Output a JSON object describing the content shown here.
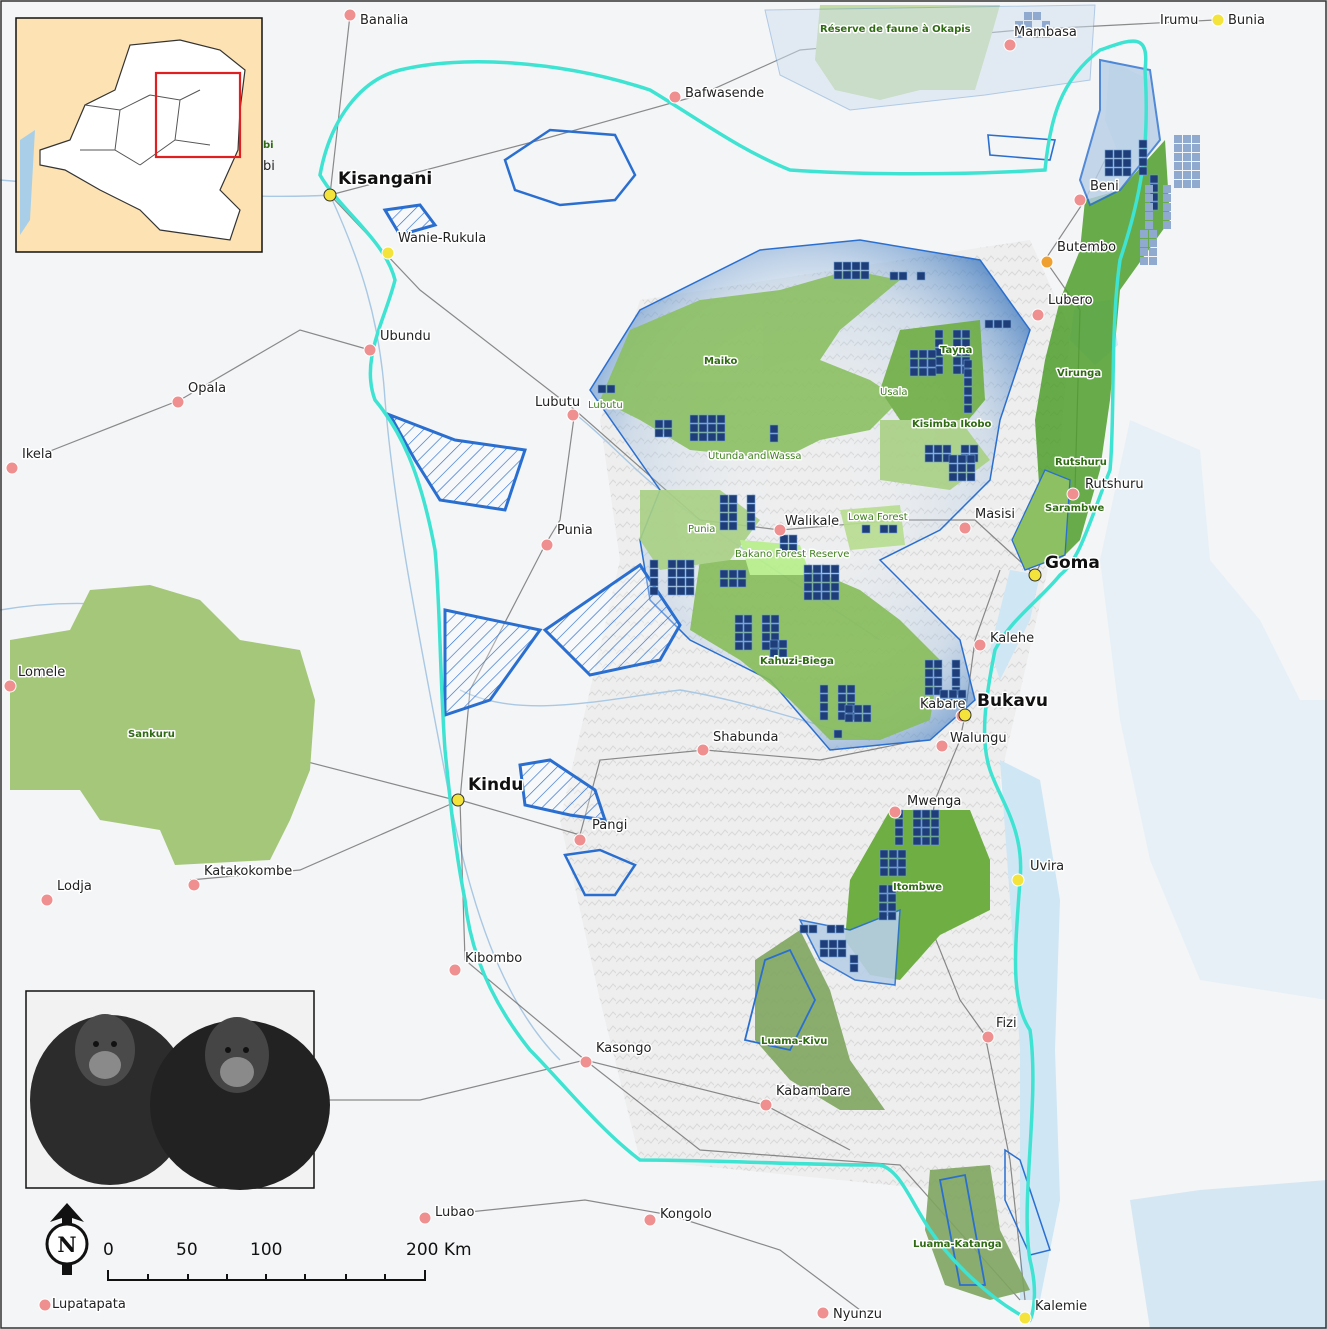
{
  "labels": {
    "towns": [
      "Banalia",
      "Bafwasende",
      "Mambasa",
      "Irumu",
      "Bunia",
      "Beni",
      "Butembo",
      "Lubero",
      "Wanie-Rukula",
      "Ubundu",
      "Opala",
      "Lubutu",
      "Ikela",
      "Punia",
      "Walikale",
      "Masisi",
      "Rutshuru",
      "Kalehe",
      "Kabare",
      "Walungu",
      "Shabunda",
      "Pangi",
      "Mwenga",
      "Uvira",
      "Lomele",
      "Katakokombe",
      "Lodja",
      "Kibombo",
      "Kasongo",
      "Kabambare",
      "Fizi",
      "Lubao",
      "Kongolo",
      "Nyunzu",
      "Kalemie",
      "Lupatapata"
    ],
    "cities": [
      "Kisangani",
      "Kindu",
      "Bukavu",
      "Goma"
    ],
    "protected_areas": [
      "Réserve de faune à Okapis",
      "Maiko",
      "Tayna",
      "Usala",
      "Kisimba Ikobo",
      "Virunga",
      "Rutshuru",
      "Sarambwe",
      "Utunda and Wassa",
      "Lubutu",
      "Punia",
      "Lowa Forest",
      "Bakano Forest Reserve",
      "Kahuzi-Biega",
      "Itombwe",
      "Luama-Kivu",
      "Luama-Katanga",
      "Sankuru"
    ],
    "inset_fragment": [
      "bi",
      "bi"
    ]
  },
  "scale_bar": {
    "ticks": [
      "0",
      "50",
      "100",
      "200 Km"
    ]
  },
  "north_arrow": {
    "letter": "N"
  },
  "colors": {
    "study_outline": "#3ee3d2",
    "protected_area": "#8cc063",
    "dark_protected_area": "#4e9e2c",
    "survey_zone_fill": "#b8cfe6",
    "survey_zone_stroke": "#2a6fd0",
    "presence_cell": "#1f3d78",
    "lake": "#cfe6f5",
    "town_marker": "#ef8f8f",
    "city_marker": "#f3e33a",
    "inset_highlight": "#e02020",
    "inset_land": "#fde3b3"
  },
  "icons": [
    "north-arrow-icon",
    "town-marker-icon",
    "chimpanzee-photo"
  ]
}
